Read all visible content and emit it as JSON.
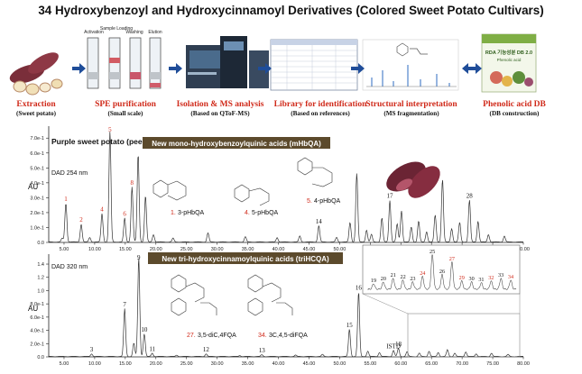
{
  "title": "34 Hydroxybenzoyl and Hydroxycinnamoyl Derivatives  (Colored Sweet Potato Cultivars)",
  "workflow": [
    {
      "label": "Extraction",
      "sub": "(Sweet potato)"
    },
    {
      "label": "SPE purification",
      "sub": "(Small scale)"
    },
    {
      "label": "Isolation & MS analysis",
      "sub": "(Based on QToF-MS)"
    },
    {
      "label": "Library for identification",
      "sub": "(Based on references)"
    },
    {
      "label": "Structural interpretation",
      "sub": "(MS fragmentation)"
    },
    {
      "label": "Phenolic acid DB",
      "sub": "(DB construction)"
    }
  ],
  "spe_steps": [
    "Activation",
    "Sample Loading",
    "Washing",
    "Elution"
  ],
  "db_cover": {
    "title": "RDA 기능성분 DB 2.0",
    "subtitle": "Phenolic acid"
  },
  "colors": {
    "accent_red": "#d02a1a",
    "trace": "#333333",
    "arrow": "#1f4d99",
    "callout_bg": "#5c4a2c"
  },
  "chart_data": [
    {
      "type": "line",
      "sample_label": "Purple sweet potato (peel)",
      "detector": "DAD 254 nm",
      "ylabel": "AU",
      "xlim": [
        2.5,
        80
      ],
      "ylim": [
        0,
        0.78
      ],
      "xticks": [
        "5.00",
        "10.00",
        "15.00",
        "20.00",
        "25.00",
        "30.00",
        "35.00",
        "40.00",
        "45.00",
        "50.00",
        "55.00",
        "60.00",
        "65.00",
        "70.00",
        "75.00",
        "80.00"
      ],
      "yticks": [
        "0.0",
        "1.0e-1",
        "2.0e-1",
        "3.0e-1",
        "4.0e-1",
        "5.0e-1",
        "6.0e-1",
        "7.0e-1"
      ],
      "callout": "New mono-hydroxybenzoylquinic acids (mHbQA)",
      "peaks": [
        {
          "t": 4.7,
          "h": 0.025
        },
        {
          "t": 5.3,
          "h": 0.26,
          "label": "1",
          "red": true
        },
        {
          "t": 7.8,
          "h": 0.12,
          "label": "2",
          "red": true
        },
        {
          "t": 9.2,
          "h": 0.03
        },
        {
          "t": 11.2,
          "h": 0.19,
          "label": "4",
          "red": true
        },
        {
          "t": 12.5,
          "h": 0.74,
          "label": "5",
          "red": true
        },
        {
          "t": 14.9,
          "h": 0.16,
          "label": "6",
          "red": true
        },
        {
          "t": 16.1,
          "h": 0.37,
          "label": "8",
          "red": true
        },
        {
          "t": 17.1,
          "h": 0.59
        },
        {
          "t": 18.3,
          "h": 0.31
        },
        {
          "t": 19.6,
          "h": 0.05
        },
        {
          "t": 22.8,
          "h": 0.025
        },
        {
          "t": 28.5,
          "h": 0.06
        },
        {
          "t": 34.6,
          "h": 0.035
        },
        {
          "t": 39.8,
          "h": 0.03
        },
        {
          "t": 43.5,
          "h": 0.04
        },
        {
          "t": 46.6,
          "h": 0.11,
          "label": "14"
        },
        {
          "t": 49.5,
          "h": 0.03
        },
        {
          "t": 51.7,
          "h": 0.13
        },
        {
          "t": 52.8,
          "h": 0.46
        },
        {
          "t": 54.4,
          "h": 0.08
        },
        {
          "t": 55.2,
          "h": 0.05
        },
        {
          "t": 56.9,
          "h": 0.16
        },
        {
          "t": 58.2,
          "h": 0.28,
          "label": "17"
        },
        {
          "t": 59.4,
          "h": 0.12
        },
        {
          "t": 60.1,
          "h": 0.21
        },
        {
          "t": 61.7,
          "h": 0.1
        },
        {
          "t": 62.9,
          "h": 0.14
        },
        {
          "t": 64.2,
          "h": 0.07
        },
        {
          "t": 65.6,
          "h": 0.18
        },
        {
          "t": 66.8,
          "h": 0.42
        },
        {
          "t": 68.3,
          "h": 0.09
        },
        {
          "t": 69.6,
          "h": 0.13
        },
        {
          "t": 71.2,
          "h": 0.28,
          "label": "28"
        },
        {
          "t": 72.6,
          "h": 0.14
        },
        {
          "t": 74.3,
          "h": 0.05
        },
        {
          "t": 76.9,
          "h": 0.04
        }
      ],
      "structures": [
        {
          "number": "1.",
          "name": "3-pHbQA"
        },
        {
          "number": "4.",
          "name": "5-pHbQA"
        },
        {
          "number": "5.",
          "name": "4-pHbQA"
        }
      ]
    },
    {
      "type": "line",
      "detector": "DAD 320 nm",
      "ylabel": "AU",
      "xlim": [
        2.5,
        80
      ],
      "ylim": [
        0,
        1.55
      ],
      "xticks": [
        "5.00",
        "10.00",
        "15.00",
        "20.00",
        "25.00",
        "30.00",
        "35.00",
        "40.00",
        "45.00",
        "50.00",
        "55.00",
        "60.00",
        "65.00",
        "70.00",
        "75.00",
        "80.00"
      ],
      "yticks": [
        "0.0",
        "2.0e-1",
        "4.0e-1",
        "6.0e-1",
        "8.0e-1",
        "1.0",
        "1.2",
        "1.4"
      ],
      "callout": "New tri-hydroxycinnamoylquinic acids (triHCQA)",
      "peaks": [
        {
          "t": 9.5,
          "h": 0.04,
          "label": "3"
        },
        {
          "t": 14.9,
          "h": 0.72,
          "label": "7"
        },
        {
          "t": 16.4,
          "h": 0.2
        },
        {
          "t": 17.2,
          "h": 1.5,
          "label": "9"
        },
        {
          "t": 18.1,
          "h": 0.34,
          "label": "10"
        },
        {
          "t": 19.4,
          "h": 0.05,
          "label": "11"
        },
        {
          "t": 23.4,
          "h": 0.02
        },
        {
          "t": 28.2,
          "h": 0.04,
          "label": "12"
        },
        {
          "t": 33.7,
          "h": 0.015
        },
        {
          "t": 37.3,
          "h": 0.025,
          "label": "13"
        },
        {
          "t": 42.8,
          "h": 0.02
        },
        {
          "t": 47.2,
          "h": 0.03
        },
        {
          "t": 51.6,
          "h": 0.41,
          "label": "15"
        },
        {
          "t": 53.1,
          "h": 0.97,
          "label": "16"
        },
        {
          "t": 54.6,
          "h": 0.08
        },
        {
          "t": 56.5,
          "h": 0.06
        },
        {
          "t": 58.8,
          "h": 0.09,
          "label": "ISTD"
        },
        {
          "t": 59.6,
          "h": 0.12,
          "label": "18"
        },
        {
          "t": 61.0,
          "h": 0.07
        },
        {
          "t": 63.0,
          "h": 0.05
        },
        {
          "t": 64.6,
          "h": 0.08
        },
        {
          "t": 66.1,
          "h": 0.06
        },
        {
          "t": 67.6,
          "h": 0.1
        },
        {
          "t": 68.8,
          "h": 0.05
        },
        {
          "t": 70.6,
          "h": 0.07
        },
        {
          "t": 72.3,
          "h": 0.04
        },
        {
          "t": 74.8,
          "h": 0.05
        },
        {
          "t": 77.5,
          "h": 0.03
        }
      ],
      "inset": {
        "labels": [
          {
            "text": "19",
            "red": false
          },
          {
            "text": "20",
            "red": false
          },
          {
            "text": "21",
            "red": false
          },
          {
            "text": "22",
            "red": false
          },
          {
            "text": "23",
            "red": false
          },
          {
            "text": "24",
            "red": true
          },
          {
            "text": "25",
            "red": false
          },
          {
            "text": "26",
            "red": false
          },
          {
            "text": "27",
            "red": true
          },
          {
            "text": "29",
            "red": true
          },
          {
            "text": "30",
            "red": false
          },
          {
            "text": "31",
            "red": false
          },
          {
            "text": "32",
            "red": true
          },
          {
            "text": "33",
            "red": false
          },
          {
            "text": "34",
            "red": true
          }
        ]
      },
      "structures": [
        {
          "number": "27.",
          "name": "3,5-diC,4FQA"
        },
        {
          "number": "34.",
          "name": "3C,4,5-diFQA"
        }
      ]
    }
  ]
}
